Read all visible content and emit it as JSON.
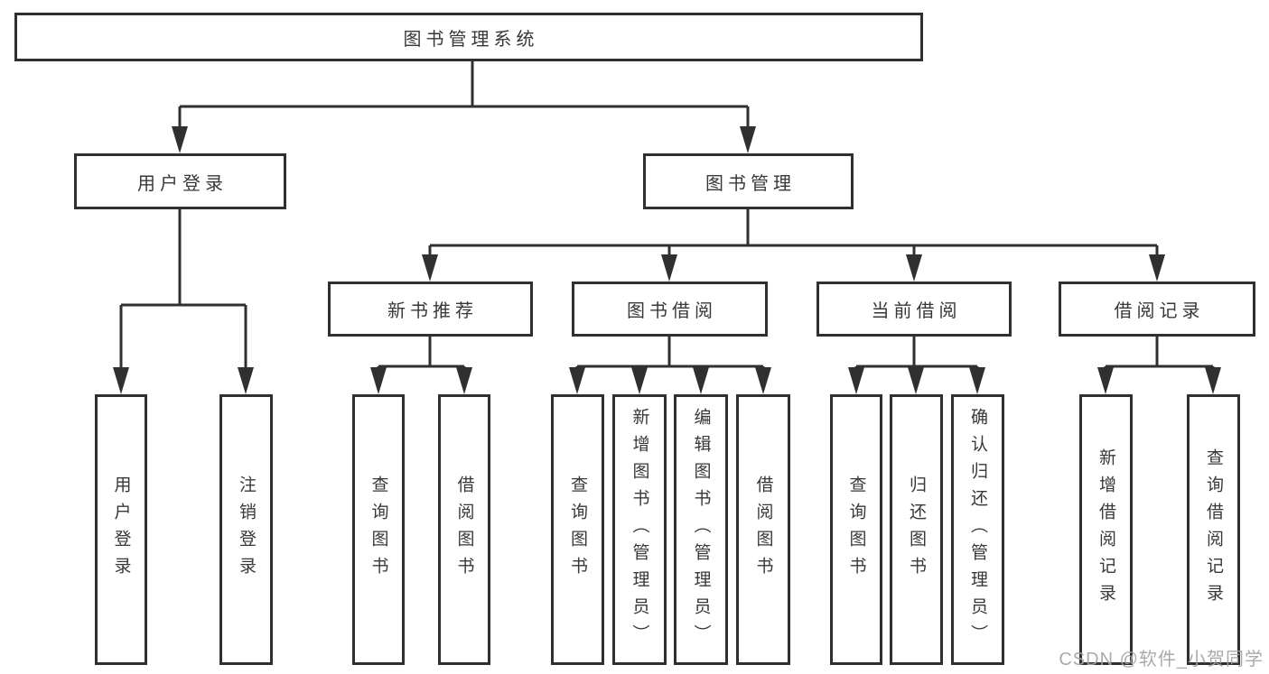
{
  "colors": {
    "line": "#303030",
    "text": "#383838",
    "watermark": "#a3a3a3",
    "background": "#ffffff"
  },
  "root": {
    "label": "图书管理系统"
  },
  "level2": [
    {
      "label": "用户登录"
    },
    {
      "label": "图书管理"
    }
  ],
  "level3": [
    {
      "label": "新书推荐",
      "parent": "图书管理"
    },
    {
      "label": "图书借阅",
      "parent": "图书管理"
    },
    {
      "label": "当前借阅",
      "parent": "图书管理"
    },
    {
      "label": "借阅记录",
      "parent": "图书管理"
    }
  ],
  "leaves": [
    {
      "label": "用户登录",
      "parent": "用户登录"
    },
    {
      "label": "注销登录",
      "parent": "用户登录"
    },
    {
      "label": "查询图书",
      "parent": "新书推荐"
    },
    {
      "label": "借阅图书",
      "parent": "新书推荐"
    },
    {
      "label": "查询图书",
      "parent": "图书借阅"
    },
    {
      "label": "新增图书（管理员）",
      "parent": "图书借阅"
    },
    {
      "label": "编辑图书（管理员）",
      "parent": "图书借阅"
    },
    {
      "label": "借阅图书",
      "parent": "图书借阅"
    },
    {
      "label": "查询图书",
      "parent": "当前借阅"
    },
    {
      "label": "归还图书",
      "parent": "当前借阅"
    },
    {
      "label": "确认归还（管理员）",
      "parent": "当前借阅"
    },
    {
      "label": "新增借阅记录",
      "parent": "借阅记录"
    },
    {
      "label": "查询借阅记录",
      "parent": "借阅记录"
    }
  ],
  "watermark": {
    "text": "CSDN @软件_小贺同学"
  }
}
